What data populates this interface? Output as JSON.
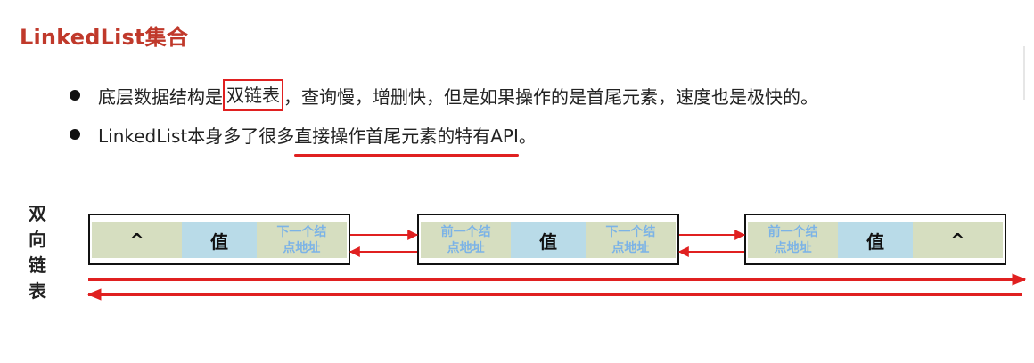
{
  "title": "LinkedList集合",
  "bullets": [
    {
      "pre": "底层数据结构是",
      "boxed": "双链表",
      "post": "，查询慢，增删快，但是如果操作的是首尾元素，速度也是极快的。"
    },
    {
      "pre": "LinkedList本身多了很多",
      "underlined": "直接操作首尾元素的特有API",
      "post": "。"
    }
  ],
  "side_label": "双\n向\n链\n表",
  "nodes": [
    {
      "cells": [
        {
          "text": "^",
          "kind": "symbol",
          "color": "green"
        },
        {
          "text": "值",
          "kind": "value",
          "color": "blue"
        },
        {
          "text": "下一个结\n点地址",
          "kind": "address",
          "color": "green"
        }
      ]
    },
    {
      "cells": [
        {
          "text": "前一个结\n点地址",
          "kind": "address",
          "color": "green"
        },
        {
          "text": "值",
          "kind": "value",
          "color": "blue"
        },
        {
          "text": "下一个结\n点地址",
          "kind": "address",
          "color": "green"
        }
      ]
    },
    {
      "cells": [
        {
          "text": "前一个结\n点地址",
          "kind": "address",
          "color": "green"
        },
        {
          "text": "值",
          "kind": "value",
          "color": "blue"
        },
        {
          "text": "^",
          "kind": "symbol",
          "color": "green"
        }
      ]
    }
  ],
  "colors": {
    "title": "#c0392b",
    "highlight": "#e02020",
    "cell_green": "#d6dec0",
    "cell_blue": "#b9dbe8",
    "address_text": "#7cb3e6"
  }
}
